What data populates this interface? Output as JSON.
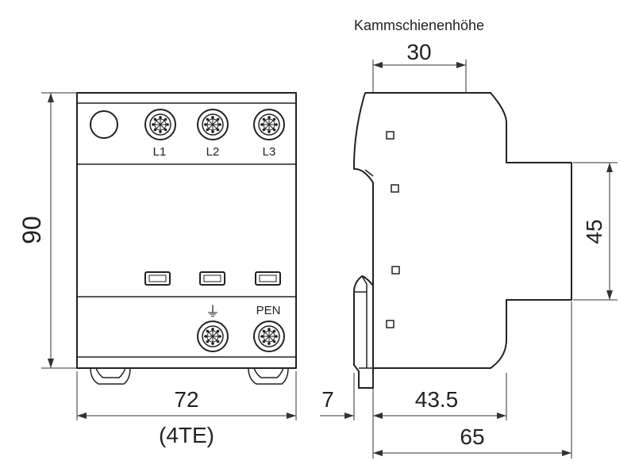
{
  "front_view": {
    "terminal_labels": [
      "L1",
      "L2",
      "L3"
    ],
    "earth_symbol": "⏚",
    "pen_label": "PEN"
  },
  "dimensions": {
    "height": "90",
    "width": "72",
    "width_units": "(4TE)"
  },
  "side_view": {
    "busbar_label": "Kammschienenhöhe",
    "busbar_height": "30",
    "rail_depth": "45",
    "clip_offset": "7",
    "body_depth": "43.5",
    "total_depth": "65"
  }
}
